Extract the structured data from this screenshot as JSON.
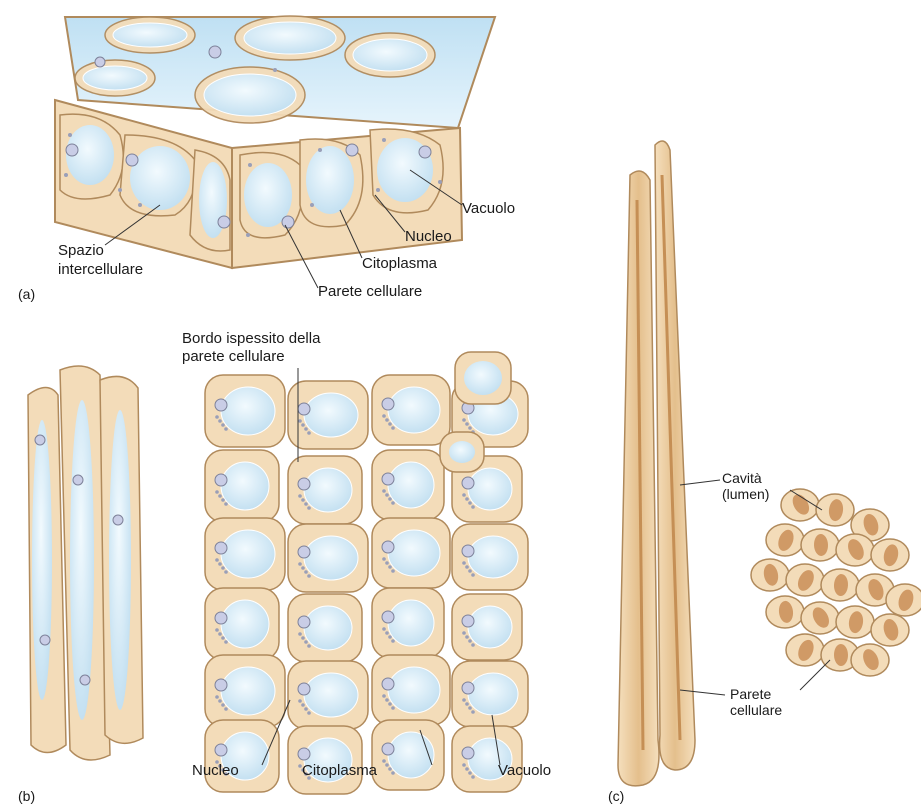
{
  "panel_a": {
    "letter": "(a)",
    "labels": {
      "vacuolo": "Vacuolo",
      "nucleo": "Nucleo",
      "citoplasma": "Citoplasma",
      "parete": "Parete cellulare",
      "spazio_1": "Spazio",
      "spazio_2": "intercellulare"
    }
  },
  "panel_b": {
    "letter": "(b)",
    "labels": {
      "bordo_1": "Bordo ispessito della",
      "bordo_2": "parete cellulare",
      "nucleo": "Nucleo",
      "citoplasma": "Citoplasma",
      "vacuolo": "Vacuolo"
    }
  },
  "panel_c": {
    "letter": "(c)",
    "labels": {
      "cavita_1": "Cavità",
      "cavita_2": "(lumen)",
      "parete_1": "Parete",
      "parete_2": "cellulare"
    }
  },
  "colors": {
    "wall": "#f3dcb9",
    "wall_stroke": "#b08a5c",
    "vacuole": "#cfe8f6",
    "vacuole_hi": "#eaf6fd",
    "nucleus": "#c9cde6",
    "cytoplasm": "#9a9fb8",
    "fiber": "#e9c99a",
    "lumen": "#d09a66"
  }
}
